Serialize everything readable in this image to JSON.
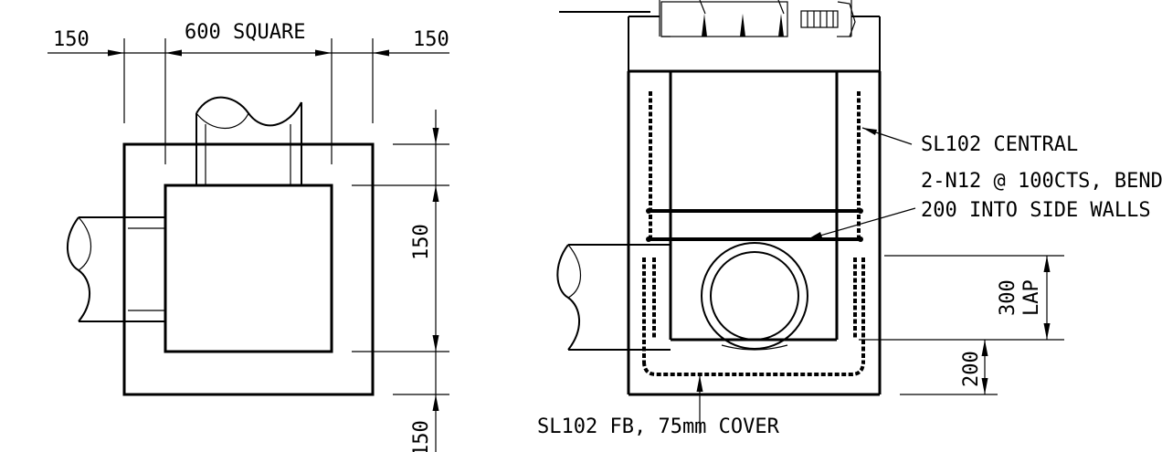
{
  "plan_view": {
    "dim_left": "150",
    "dim_top": "600 SQUARE",
    "dim_right": "150",
    "dim_vert_inner": "150",
    "dim_vert_lower": "150"
  },
  "section_view": {
    "note_central_1": "SL102 CENTRAL",
    "note_central_2": "2-N12 @ 100CTS, BEND",
    "note_central_3": "200 INTO SIDE WALLS",
    "dim_lap_value": "300",
    "dim_lap_label": "LAP",
    "dim_bottom": "200",
    "note_fb": "SL102 FB, 75mm COVER"
  },
  "colors": {
    "line": "#000000",
    "background": "#ffffff"
  }
}
